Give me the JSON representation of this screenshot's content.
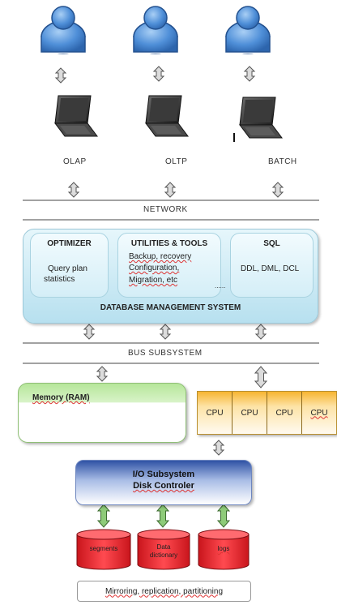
{
  "clients": [
    {
      "label": "OLAP"
    },
    {
      "label": "OLTP"
    },
    {
      "label": "BATCH"
    }
  ],
  "network": {
    "label": "NETWORK"
  },
  "dbms": {
    "label": "DATABASE MANAGEMENT SYSTEM",
    "optimizer": {
      "title": "OPTIMIZER",
      "lines": [
        "Query plan",
        "statistics"
      ]
    },
    "utilities": {
      "title": "UTILITIES & TOOLS",
      "lines": [
        "Backup, recovery",
        "Configuration,",
        "Migration, etc"
      ],
      "ellipsis": "......"
    },
    "sql": {
      "title": "SQL",
      "lines": [
        "DDL, DML, DCL"
      ]
    }
  },
  "bus": {
    "label": "BUS SUBSYSTEM"
  },
  "memory": {
    "title": "Memory (RAM)"
  },
  "cpus": [
    "CPU",
    "CPU",
    "CPU",
    "CPU"
  ],
  "io": {
    "line1": "I/O Subsystem",
    "line2": "Disk Controler"
  },
  "disks": [
    {
      "label": "segments"
    },
    {
      "label": "Data dictionary"
    },
    {
      "label": "logs"
    }
  ],
  "storage_note": "Mirroring, replication, partitioning",
  "colors": {
    "user_blue": "#4f8fd8",
    "dbms_blue": "#bfe3f1",
    "memory_green": "#b6e69a",
    "cpu_orange": "#f7b531",
    "io_blue": "#2f52a5",
    "disk_red": "#e8222a",
    "arrow_gray": "#dcdcdc",
    "arrow_green": "#8ecb79"
  }
}
